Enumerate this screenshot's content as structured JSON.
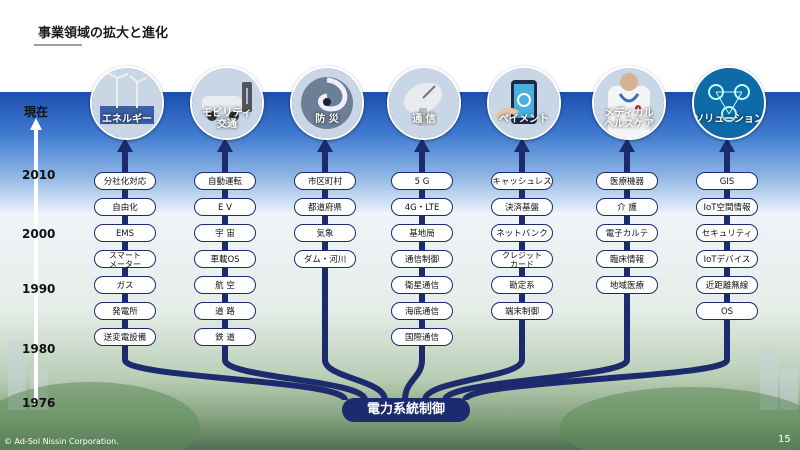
{
  "slide": {
    "title": "事業領域の拡大と進化",
    "root_label": "電力系統制御",
    "copyright": "© Ad-Sol Nissin Corporation.",
    "page_number": "15"
  },
  "timeline": {
    "now_label": "現在",
    "years": [
      "2010",
      "2000",
      "1990",
      "1980",
      "1976"
    ]
  },
  "colors": {
    "navy": "#1c2a6e",
    "band": "#2f66c2"
  },
  "domains": [
    {
      "label": [
        "エネルギー"
      ],
      "icon": "wind-turbine-icon",
      "items": [
        "分社化対応",
        "自由化",
        "EMS",
        "スマート|メーター",
        "ガス",
        "発電所",
        "送変電設備"
      ]
    },
    {
      "label": [
        "モビリティ",
        "交通"
      ],
      "icon": "car-charging-icon",
      "items": [
        "自動運転",
        "E V",
        "宇 宙",
        "車載OS",
        "航 空",
        "道 路",
        "鉄 道"
      ]
    },
    {
      "label": [
        "防 災"
      ],
      "icon": "typhoon-icon",
      "items": [
        "市区町村",
        "都道府県",
        "気象",
        "ダム・河川"
      ]
    },
    {
      "label": [
        "通 信"
      ],
      "icon": "satellite-dish-icon",
      "items": [
        "5 G",
        "4G・LTE",
        "基地局",
        "通信制御",
        "衛星通信",
        "海底通信",
        "国際通信"
      ]
    },
    {
      "label": [
        "ペイメント"
      ],
      "icon": "payment-phone-icon",
      "items": [
        "キャッシュレス",
        "決済基盤",
        "ネットバンク",
        "クレジット|カード",
        "勘定系",
        "端末制御"
      ]
    },
    {
      "label": [
        "メディカル",
        "ヘルスケア"
      ],
      "icon": "doctor-icon",
      "items": [
        "医療機器",
        "介 護",
        "電子カルテ",
        "臨床情報",
        "地域医療"
      ]
    },
    {
      "label": [
        "ソリューション"
      ],
      "icon": "network-icon",
      "items": [
        "GIS",
        "IoT空間情報",
        "セキュリティ",
        "IoTデバイス",
        "近距離無線",
        "OS"
      ]
    }
  ]
}
